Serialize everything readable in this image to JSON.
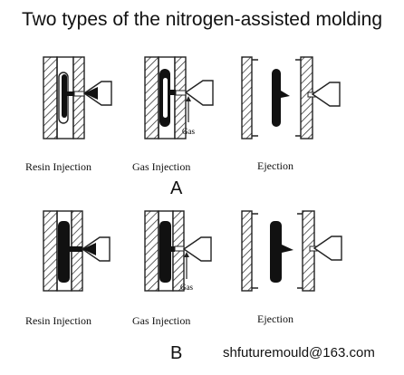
{
  "title": "Two types of the nitrogen-assisted molding",
  "rows": [
    {
      "label": "A",
      "captions": [
        "Resin Injection",
        "Gas Injection",
        "Ejection"
      ],
      "gas_label": "Gas"
    },
    {
      "label": "B",
      "captions": [
        "Resin Injection",
        "Gas Injection",
        "Ejection"
      ],
      "gas_label": "Gas"
    }
  ],
  "email": "shfuturemould@163.com"
}
